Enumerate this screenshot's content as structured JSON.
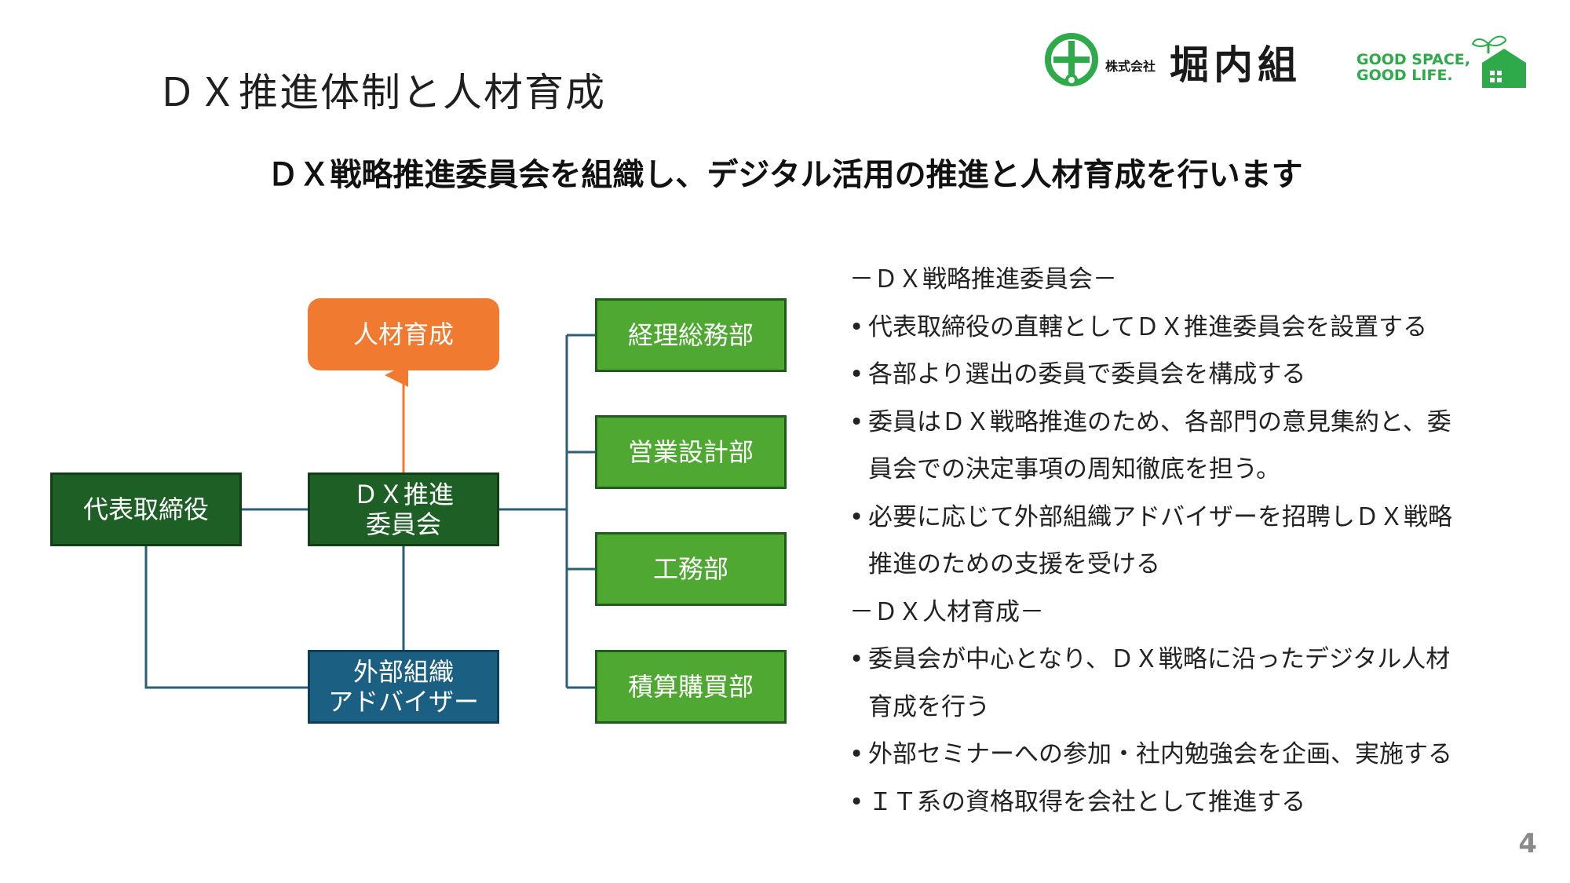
{
  "slide": {
    "title": "ＤＸ推進体制と人材育成",
    "subtitle": "ＤＸ戦略推進委員会を組織し、デジタル活用の推進と人材育成を行います",
    "page_number": "4"
  },
  "logo": {
    "company_prefix": "株式会社",
    "company_name": "堀内組",
    "slogan_line1": "GOOD SPACE,",
    "slogan_line2": "GOOD LIFE.",
    "colors": {
      "green": "#2eaa4a",
      "dark": "#1a1a1a"
    }
  },
  "org": {
    "jinzai": "人材育成",
    "ceo": "代表取締役",
    "dx_committee": [
      "ＤＸ推進",
      "委員会"
    ],
    "advisor": [
      "外部組織",
      "アドバイザー"
    ],
    "departments": [
      "経理総務部",
      "営業設計部",
      "工務部",
      "積算購買部"
    ],
    "colors": {
      "dark_green": "#1e5f26",
      "light_green": "#4fa832",
      "blue": "#1b5f82",
      "orange": "#ef7a30",
      "line": "#2b5f75"
    }
  },
  "text": {
    "lines": [
      {
        "kind": "heading",
        "text": "－ＤＸ戦略推進委員会－"
      },
      {
        "kind": "bullet",
        "text": "代表取締役の直轄としてＤＸ推進委員会を設置する"
      },
      {
        "kind": "bullet",
        "text": "各部より選出の委員で委員会を構成する"
      },
      {
        "kind": "bullet",
        "text": "委員はＤＸ戦略推進のため、各部門の意見集約と、委"
      },
      {
        "kind": "cont",
        "text": "員会での決定事項の周知徹底を担う。"
      },
      {
        "kind": "bullet",
        "text": "必要に応じて外部組織アドバイザーを招聘しＤＸ戦略"
      },
      {
        "kind": "cont",
        "text": "推進のための支援を受ける"
      },
      {
        "kind": "heading",
        "text": "－ＤＸ人材育成－"
      },
      {
        "kind": "bullet",
        "text": "委員会が中心となり、ＤＸ戦略に沿ったデジタル人材"
      },
      {
        "kind": "cont",
        "text": "育成を行う"
      },
      {
        "kind": "bullet",
        "text": "外部セミナーへの参加・社内勉強会を企画、実施する"
      },
      {
        "kind": "bullet",
        "text": "ＩＴ系の資格取得を会社として推進する"
      }
    ]
  }
}
